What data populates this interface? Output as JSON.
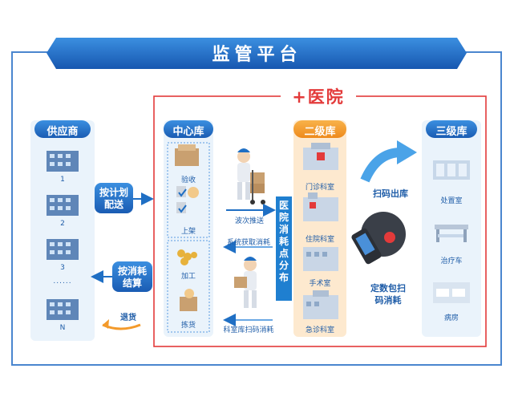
{
  "title": "监管平台",
  "hospital_label": "+医院",
  "supplier": {
    "heading": "供应商",
    "items": [
      "1",
      "2",
      "3",
      "......",
      "N"
    ]
  },
  "buttons": {
    "plan_delivery": "按计划配送",
    "consumption_settle": "按消耗结算",
    "return_goods": "退货"
  },
  "center_store": {
    "heading": "中心库",
    "steps": [
      "验收",
      "上架",
      "加工",
      "拣货"
    ]
  },
  "flow_labels": {
    "batch_push": "波次推送",
    "system_fetch": "系统获取消耗",
    "dept_scan": "科室库扫码消耗",
    "scan_out": "扫码出库",
    "fixed_pack": "定数包扫码消耗"
  },
  "hospital_distribution": "医院消耗点分布",
  "second_store": {
    "heading": "二级库",
    "items": [
      "门诊科室",
      "住院科室",
      "手术室",
      "急诊科室"
    ]
  },
  "third_store": {
    "heading": "三级库",
    "items": [
      "处置室",
      "治疗车",
      "病房"
    ]
  },
  "colors": {
    "primary_blue": "#1f6fc4",
    "light_blue": "#4aa3e8",
    "orange": "#f39a2b",
    "red": "#e33a3a",
    "panel_bg": "#eaf3fb"
  }
}
